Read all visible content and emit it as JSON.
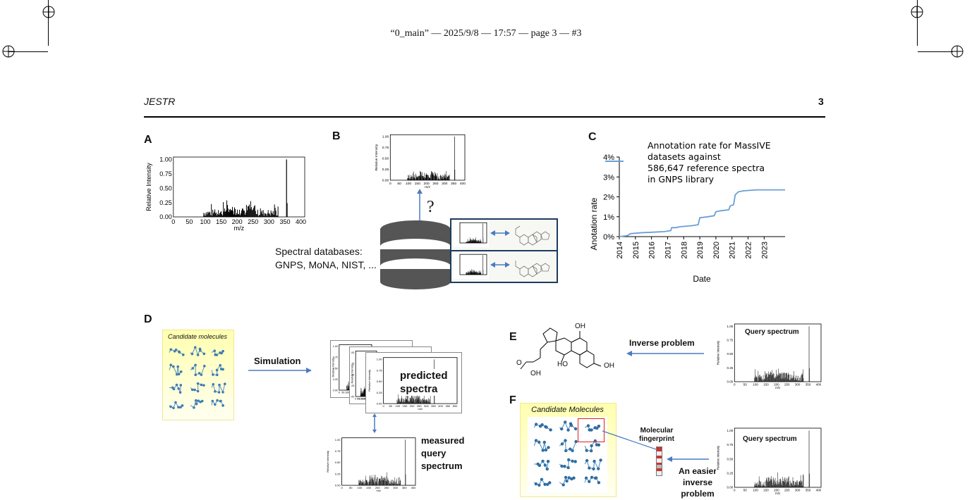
{
  "header": {
    "running_head": "“0_main” — 2025/9/8 — 17:57 — page 3 — #3"
  },
  "page": {
    "journal": "JESTR",
    "number": "3"
  },
  "panels": {
    "a": "A",
    "b": "B",
    "c": "C",
    "d": "D",
    "e": "E",
    "f": "F"
  },
  "spectrum_axes": {
    "ylabel": "Relative Intensity",
    "xlabel": "m/z",
    "yticks": [
      "0.00",
      "0.25",
      "0.50",
      "0.75",
      "1.00"
    ],
    "xticks": [
      "0",
      "50",
      "100",
      "150",
      "200",
      "250",
      "300",
      "350",
      "400"
    ],
    "xticks_500": [
      "0",
      "50",
      "100",
      "150",
      "200",
      "250",
      "300",
      "350",
      "400",
      "450",
      "500"
    ]
  },
  "panel_b": {
    "question": "?",
    "db_label_1": "Spectral databases:",
    "db_label_2": "GNPS, MoNA, NIST,  ..."
  },
  "panel_c": {
    "legend_1": "Annotation rate for MassIVE",
    "legend_2": "datasets against",
    "legend_3": "586,647 reference spectra",
    "legend_4": "in GNPS library",
    "ylabel": "Anotation rate",
    "xlabel": "Date"
  },
  "panel_d": {
    "candidates_title": "Candidate molecules",
    "simulation": "Simulation",
    "predicted_1": "predicted",
    "predicted_2": "spectra",
    "measured_1": "measured",
    "measured_2": "query",
    "measured_3": "spectrum"
  },
  "panel_e": {
    "inverse": "Inverse problem",
    "query": "Query spectrum",
    "oh": "OH",
    "ho": "HO",
    "oh2": "OH",
    "oh3": "OH",
    "o": "O"
  },
  "panel_f": {
    "candidates_title": "Candidate Molecules",
    "fingerprint_1": "Molecular",
    "fingerprint_2": "fingerprint",
    "easier_1": "An easier",
    "easier_2": "inverse",
    "easier_3": "problem",
    "query": "Query spectrum"
  },
  "chart_data": {
    "type": "line",
    "title": "",
    "xlabel": "Date",
    "ylabel": "Anotation rate",
    "x_ticks": [
      "2014",
      "2015",
      "2016",
      "2017",
      "2018",
      "2019",
      "2020",
      "2021",
      "2022",
      "2023"
    ],
    "y_ticks": [
      "0%",
      "1%",
      "2%",
      "3%",
      "4%"
    ],
    "ylim": [
      0,
      4
    ],
    "xlim": [
      2014,
      2024.3
    ],
    "series": [
      {
        "name": "Annotation rate for MassIVE datasets against 586,647 reference spectra in GNPS library",
        "color": "#6a9fd4",
        "points": [
          [
            2014.0,
            0.0
          ],
          [
            2014.5,
            0.05
          ],
          [
            2014.7,
            0.15
          ],
          [
            2015.0,
            0.17
          ],
          [
            2015.5,
            0.2
          ],
          [
            2016.0,
            0.22
          ],
          [
            2016.8,
            0.25
          ],
          [
            2017.2,
            0.3
          ],
          [
            2017.25,
            0.45
          ],
          [
            2017.5,
            0.45
          ],
          [
            2017.8,
            0.5
          ],
          [
            2018.5,
            0.55
          ],
          [
            2018.9,
            0.6
          ],
          [
            2019.0,
            0.95
          ],
          [
            2019.5,
            1.0
          ],
          [
            2019.9,
            1.05
          ],
          [
            2020.0,
            1.25
          ],
          [
            2020.3,
            1.3
          ],
          [
            2020.8,
            1.35
          ],
          [
            2020.9,
            1.55
          ],
          [
            2021.1,
            1.6
          ],
          [
            2021.2,
            2.1
          ],
          [
            2021.4,
            2.25
          ],
          [
            2021.7,
            2.3
          ],
          [
            2022.0,
            2.32
          ],
          [
            2022.5,
            2.35
          ],
          [
            2023.0,
            2.35
          ],
          [
            2024.3,
            2.35
          ]
        ]
      }
    ]
  }
}
